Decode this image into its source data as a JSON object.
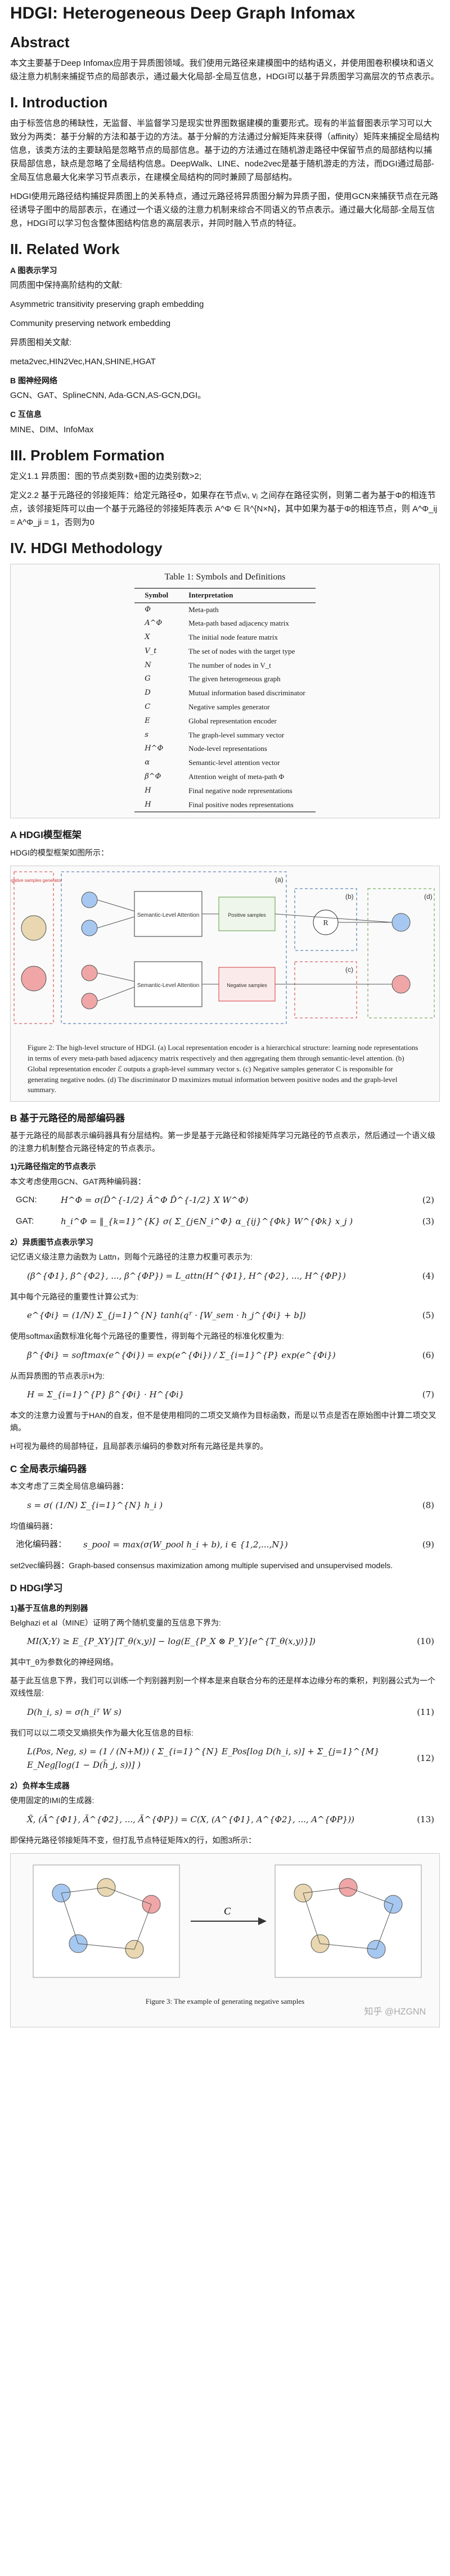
{
  "title": "HDGI: Heterogeneous Deep Graph Infomax",
  "abstract": {
    "heading": "Abstract",
    "text": "本文主要基于Deep Infomax应用于异质图领域。我们使用元路径来建模图中的结构语义，并使用图卷积模块和语义级注意力机制来捕捉节点的局部表示，通过最大化局部-全局互信息，HDGI可以基于异质图学习高层次的节点表示。"
  },
  "intro": {
    "heading": "I. Introduction",
    "p1": "由于标签信息的稀缺性，无监督、半监督学习是现实世界图数据建模的重要形式。现有的半监督图表示学习可以大致分为两类：基于分解的方法和基于边的方法。基于分解的方法通过分解矩阵来获得（affinity）矩阵来捕捉全局结构信息，该类方法的主要缺陷是忽略节点的局部信息。基于边的方法通过在随机游走路径中保留节点的局部结构以捕获局部信息，缺点是忽略了全局结构信息。DeepWalk、LINE、node2vec是基于随机游走的方法，而DGI通过局部-全局互信息最大化来学习节点表示，在建模全局结构的同时兼顾了局部结构。",
    "p2": "HDGI使用元路径结构捕捉异质图上的关系特点，通过元路径将异质图分解为异质子图，使用GCN来捕获节点在元路径诱导子图中的局部表示，在通过一个语义级的注意力机制来综合不同语义的节点表示。通过最大化局部-全局互信息，HDGI可以学习包含整体图结构信息的高层表示，并同时融入节点的特征。"
  },
  "related": {
    "heading": "II. Related Work",
    "a_heading": "A 图表示学习",
    "a_intro": "同质图中保持高阶结构的文献:",
    "a_items": [
      "Asymmetric transitivity preserving graph embedding",
      "Community preserving network embedding"
    ],
    "a_hetero": "异质图相关文献:",
    "a_hetero_items": "meta2vec,HIN2Vec,HAN,SHINE,HGAT",
    "b_heading": "B 图神经网络",
    "b_items": "GCN、GAT、SplineCNN, Ada-GCN,AS-GCN,DGI。",
    "c_heading": "C 互信息",
    "c_items": "MINE、DIM、InfoMax"
  },
  "problem": {
    "heading": "III. Problem Formation",
    "def1": "定义1.1 异质图：图的节点类别数+图的边类别数>2;",
    "def2": "定义2.2 基于元路径的邻接矩阵：给定元路径Φ，如果存在节点vᵢ, vⱼ 之间存在路径实例，则第二者为基于Φ的相连节点，该邻接矩阵可以由一个基于元路径的邻接矩阵表示 A^Φ ∈ ℝ^{N×N}，其中如果为基于Φ的相连节点，则 A^Φ_ij = A^Φ_ji = 1，否则为0"
  },
  "methodology": {
    "heading": "IV. HDGI Methodology",
    "table": {
      "title": "Table 1: Symbols and Definitions",
      "headers": [
        "Symbol",
        "Interpretation"
      ],
      "rows": [
        [
          "Φ",
          "Meta-path"
        ],
        [
          "A^Φ",
          "Meta-path based adjacency matrix"
        ],
        [
          "X",
          "The initial node feature matrix"
        ],
        [
          "V_t",
          "The set of nodes with the target type"
        ],
        [
          "N",
          "The number of nodes in V_t"
        ],
        [
          "G",
          "The given heterogeneous graph"
        ],
        [
          "D",
          "Mutual information based discriminator"
        ],
        [
          "C",
          "Negative samples generator"
        ],
        [
          "E",
          "Global representation encoder"
        ],
        [
          "s",
          "The graph-level summary vector"
        ],
        [
          "H^Φ",
          "Node-level representations"
        ],
        [
          "α",
          "Semantic-level attention vector"
        ],
        [
          "β^Φ",
          "Attention weight of meta-path Φ"
        ],
        [
          "H",
          "Final negative node representations"
        ],
        [
          "H",
          "Final positive nodes representations"
        ]
      ]
    }
  },
  "section_a": {
    "heading": "A HDGI模型框架",
    "intro": "HDGI的模型框架如图所示：",
    "figure_labels": {
      "negative_samples": "Negative samples generator",
      "semantic": "Semantic-Level Attention",
      "readout": "R",
      "a_label": "(a)",
      "b_label": "(b)",
      "c_label": "(c)",
      "d_label": "(d)",
      "pos": "Positive samples",
      "neg": "Negative samples"
    },
    "caption": "Figure 2: The high-level structure of HDGI. (a) Local representation encoder is a hierarchical structure: learning node representations in terms of every meta-path based adjacency matrix respectively and then aggregating them through semantic-level attention. (b) Global representation encoder ℰ outputs a graph-level summary vector s. (c) Negative samples generator C is responsible for generating negative nodes. (d) The discriminator D maximizes mutual information between positive nodes and the graph-level summary."
  },
  "section_b": {
    "heading": "B 基于元路径的局部编码器",
    "intro": "基于元路径的局部表示编码器具有分层结构。第一步是基于元路径和邻接矩阵学习元路径的节点表示，然后通过一个语义级的注意力机制整合元路径特定的节点表示。",
    "sub1": "1)元路径指定的节点表示",
    "sub1_text": "本文考虑使用GCN、GAT两种编码器：",
    "gcn_label": "GCN:",
    "gcn_eq": "H^Φ = σ(D̂^{-1/2} Â^Φ D̂^{-1/2} X W^Φ)",
    "gcn_num": "(2)",
    "gat_label": "GAT:",
    "gat_eq": "h_i^Φ = ‖_{k=1}^{K} σ( Σ_{j∈N_i^Φ} α_{ij}^{Φk} W^{Φk} x_j )",
    "gat_num": "(3)",
    "sub2": "2）异质图节点表示学习",
    "sub2_text": "记忆语义级注意力函数为 Lattn，则每个元路径的注意力权重可表示为:",
    "attn_eq": "(β^{Φ1}, β^{Φ2}, ..., β^{ΦP}) = L_attn(H^{Φ1}, H^{Φ2}, ..., H^{ΦP})",
    "attn_num": "(4)",
    "attn_text": "其中每个元路径的重要性计算公式为:",
    "e_eq": "e^{Φi} = (1/N) Σ_{j=1}^{N} tanh(qᵀ · [W_sem · h_j^{Φi} + b])",
    "e_num": "(5)",
    "softmax_text": "使用softmax函数标准化每个元路径的重要性，得到每个元路径的标准化权重为:",
    "softmax_eq": "β^{Φi} = softmax(e^{Φi}) = exp(e^{Φi}) / Σ_{i=1}^{P} exp(e^{Φi})",
    "softmax_num": "(6)",
    "final_text": "从而异质图的节点表示H为:",
    "final_eq": "H = Σ_{i=1}^{P} β^{Φi} · H^{Φi}",
    "final_num": "(7)",
    "note1": "本文的注意力设置与于HAN的自发，但不是使用相同的二项交叉熵作为目标函数，而是以节点是否在原始图中计算二项交叉熵。",
    "note2": "H可视为最终的局部特征，且局部表示编码的参数对所有元路径是共享的。"
  },
  "section_c": {
    "heading": "C 全局表示编码器",
    "intro": "本文考虑了三类全局信息编码器：",
    "avg_eq": "s = σ( (1/N) Σ_{i=1}^{N} h_i )",
    "avg_num": "(8)",
    "avg_label": "均值编码器：",
    "pool_label": "池化编码器：",
    "pool_eq": "s_pool = max(σ(W_pool h_i + b), i ∈ {1,2,...,N})",
    "pool_num": "(9)",
    "set2vec": "set2vec编码器：Graph-based consensus maximization among multiple supervised and unsupervised models."
  },
  "section_d": {
    "heading": "D HDGI学习",
    "sub1": "1)基于互信息的判别器",
    "belghazi": "Belghazi et al（MINE）证明了两个随机变量的互信息下界为:",
    "mine_eq": "MI(X;Y) ≥ E_{P_XY}[T_θ(x,y)] − log(E_{P_X ⊗ P_Y}[e^{T_θ(x,y)}])",
    "mine_num": "(10)",
    "mine_note": "其中T_θ为参数化的神经网络。",
    "disc_text": "基于此互信息下界，我们可以训练一个判别器判别一个样本是来自联合分布的还是样本边缘分布的乘积，判别器公式为一个双线性层:",
    "disc_eq": "D(h_i, s) = σ(h_iᵀ W s)",
    "disc_num": "(11)",
    "loss_text": "我们可以以二项交叉熵损失作为最大化互信息的目标:",
    "loss_eq": "L(Pos, Neg, s) = (1 / (N+M)) ( Σ_{i=1}^{N} E_Pos[log D(h_i, s)] + Σ_{j=1}^{M} E_Neg[log(1 − D(h̃_j, s))] )",
    "loss_num": "(12)",
    "sub2": "2）负样本生成器",
    "neg_text": "使用固定的IMI的生成器:",
    "neg_eq": "X̃, (Ã^{Φ1}, Ã^{Φ2}, ..., Ã^{ΦP}) = C(X, (A^{Φ1}, A^{Φ2}, ..., A^{ΦP}))",
    "neg_num": "(13)",
    "neg_note": "即保持元路径邻接矩阵不变，但打乱节点特征矩阵X的行，如图3所示：",
    "fig3_caption": "Figure 3: The example of generating negative samples",
    "fig3_c": "C",
    "watermark": "知乎 @HZGNN"
  },
  "colors": {
    "red_dash": "#d43a3a",
    "blue_box": "#3465a4",
    "green_box": "#5a9e3e",
    "node_fill": "#e8d7b0",
    "node_blue": "#a6c8f0",
    "node_red": "#f0a6a6"
  }
}
